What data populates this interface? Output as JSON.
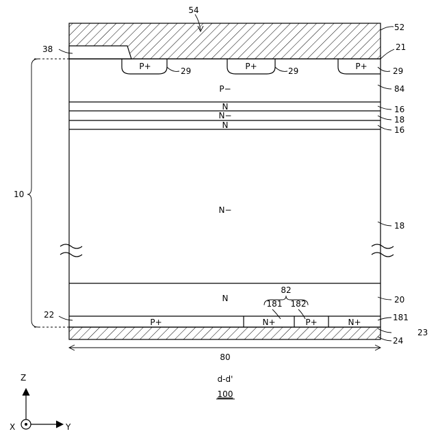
{
  "section_label": "d-d'",
  "figure_number": "100",
  "dimension_label": "80",
  "axes": {
    "z": "Z",
    "x": "X",
    "y": "Y"
  },
  "regions": {
    "p_top_1": "P+",
    "p_top_2": "P+",
    "p_top_3": "P+",
    "p_minus": "P−",
    "n_layer_1": "N",
    "n_minus_thin": "N−",
    "n_layer_2": "N",
    "n_minus_drift": "N−",
    "n_buffer": "N",
    "p_bottom_left": "P+",
    "n_plus_1": "N+",
    "p_plus_bottom": "P+",
    "n_plus_2": "N+"
  },
  "references": {
    "r54": "54",
    "r52": "52",
    "r38": "38",
    "r21": "21",
    "r29a": "29",
    "r29b": "29",
    "r29c": "29",
    "r84": "84",
    "r16a": "16",
    "r18a": "18",
    "r16b": "16",
    "r10": "10",
    "r18b": "18",
    "r82": "82",
    "r181a": "181",
    "r182": "182",
    "r20": "20",
    "r22": "22",
    "r181b": "181",
    "r23": "23",
    "r24": "24"
  }
}
